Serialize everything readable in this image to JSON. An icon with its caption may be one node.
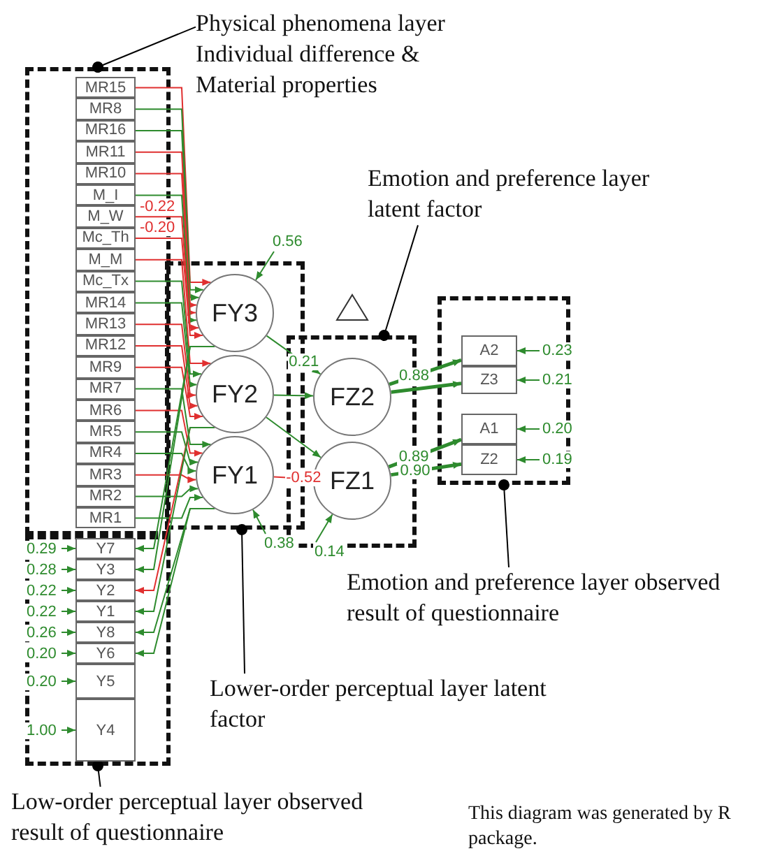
{
  "diagram": {
    "nodes": [
      {
        "text": [],
        "shape": "box"
      },
      {
        "text": [
          "MR15"
        ],
        "in": 0
      },
      {
        "text": [
          "MR8"
        ],
        "in": 0
      },
      {
        "text": [
          "MR16"
        ],
        "in": 0
      },
      {
        "text": [
          "MR11"
        ],
        "in": 0
      },
      {
        "text": [
          "MR10"
        ],
        "in": 0
      },
      {
        "text": [
          "M_I"
        ],
        "in": 0
      },
      {
        "text": [
          "M_W"
        ],
        "in": 0
      },
      {
        "text": [
          "Mc_Th"
        ],
        "in": 0
      },
      {
        "text": [
          "M_M"
        ],
        "in": 0
      },
      {
        "text": [
          "Mc_Tx"
        ],
        "in": 0
      },
      {
        "text": [
          "MR14"
        ],
        "in": 0
      },
      {
        "text": [
          "MR13"
        ],
        "in": 0
      },
      {
        "text": [
          "MR12"
        ],
        "in": 0
      },
      {
        "text": [
          "MR9"
        ],
        "in": 0
      },
      {
        "text": [
          "MR7"
        ],
        "in": 0
      },
      {
        "text": [
          "MR6"
        ],
        "in": 0
      },
      {
        "text": [
          "MR5"
        ],
        "in": 0
      },
      {
        "text": [
          "MR4"
        ],
        "in": 0
      },
      {
        "text": [
          "MR3"
        ],
        "in": 0
      },
      {
        "text": [
          "MR2"
        ],
        "in": 0
      },
      {
        "text": [
          "MR1"
        ],
        "in": 0
      },
      {
        "text": [],
        "shape": "box"
      },
      {
        "text": [
          "Y7"
        ],
        "in": 22
      },
      {
        "text": [
          "Y3"
        ],
        "in": 22
      },
      {
        "text": [
          "Y2"
        ],
        "in": 22
      },
      {
        "text": [
          "Y1"
        ],
        "in": 22
      },
      {
        "text": [
          "Y8"
        ],
        "in": 22
      },
      {
        "text": [
          "Y6"
        ],
        "in": 22
      },
      {
        "text": [
          "Y5"
        ],
        "in": 22
      },
      {
        "text": [
          "Y4"
        ],
        "in": 22
      },
      {
        "text": [],
        "shape": "box"
      },
      {
        "text": [
          "FY3"
        ],
        "in": 31
      },
      {
        "text": [
          "FY2"
        ],
        "in": 31
      },
      {
        "text": [
          "FY1"
        ],
        "in": 31
      },
      {
        "text": [],
        "shape": "box"
      },
      {
        "text": [
          "FZ2"
        ],
        "in": 35
      },
      {
        "text": [
          "FZ1"
        ],
        "in": 35
      },
      {
        "text": [],
        "shape": "box"
      },
      {
        "text": [
          "A2"
        ],
        "in": 38
      },
      {
        "text": [
          "Z3"
        ],
        "in": 38
      },
      {
        "text": [
          "A1"
        ],
        "in": 38
      },
      {
        "text": [
          "Z2"
        ],
        "in": 38
      },
      {
        "text": [],
        "shape": "triangle"
      },
      {
        "text": [
          "Physical phenomena layer Individual difference & Material properties"
        ]
      },
      {
        "text": [
          "Emotion and preference layer latent factor"
        ]
      },
      {
        "text": [
          "Emotion and preference layer observed result of questionnaire"
        ]
      },
      {
        "text": [
          "Lower-order perceptual layer latent factor"
        ]
      },
      {
        "text": [
          "Low-order perceptual layer observed result of questionnaire"
        ]
      }
    ],
    "edges": [
      {
        "from": 44,
        "to": 0,
        "arrow": "other",
        "color": "#000000"
      },
      {
        "from": 1,
        "to": 32,
        "arrow": "to",
        "color": "#e03030"
      },
      {
        "from": 2,
        "to": 32,
        "arrow": "to"
      },
      {
        "from": 3,
        "to": 32,
        "arrow": "to"
      },
      {
        "from": 4,
        "to": 32,
        "arrow": "to",
        "color": "#e03030"
      },
      {
        "from": 5,
        "to": 32,
        "arrow": "to",
        "color": "#e03030"
      },
      {
        "from": 6,
        "to": 32,
        "arrow": "to"
      },
      {
        "from": 7,
        "to": 32,
        "arrow": "to",
        "label": "-0.22",
        "color": "#e03030"
      },
      {
        "from": 8,
        "to": 32,
        "arrow": "to",
        "label": "-0.20",
        "color": "#e03030"
      },
      {
        "from": 9,
        "to": 33,
        "arrow": "to",
        "color": "#e03030"
      },
      {
        "from": 10,
        "to": 33,
        "arrow": "to"
      },
      {
        "from": 11,
        "to": 33,
        "arrow": "to"
      },
      {
        "from": 12,
        "to": 33,
        "arrow": "to",
        "color": "#e03030"
      },
      {
        "from": 13,
        "to": 33,
        "arrow": "to",
        "color": "#e03030"
      },
      {
        "from": 14,
        "to": 33,
        "arrow": "to",
        "color": "#e03030"
      },
      {
        "from": 15,
        "to": 34,
        "arrow": "to"
      },
      {
        "from": 16,
        "to": 34,
        "arrow": "to",
        "color": "#e03030"
      },
      {
        "from": 17,
        "to": 34,
        "arrow": "to"
      },
      {
        "from": 18,
        "to": 34,
        "arrow": "to"
      },
      {
        "from": 19,
        "to": 34,
        "arrow": "to",
        "color": "#e03030"
      },
      {
        "from": 20,
        "to": 34,
        "arrow": "to"
      },
      {
        "from": 21,
        "to": 34,
        "arrow": "to"
      },
      {
        "from": 32,
        "to": 23,
        "arrow": "to"
      },
      {
        "from": 32,
        "to": 24,
        "arrow": "to"
      },
      {
        "from": 33,
        "to": 25,
        "arrow": "to",
        "color": "#e03030"
      },
      {
        "from": 33,
        "to": 26,
        "arrow": "to"
      },
      {
        "from": 34,
        "to": 27,
        "arrow": "to"
      },
      {
        "from": 34,
        "to": 28,
        "arrow": "to"
      },
      {
        "from": null,
        "to": 23,
        "arrow": "to",
        "label": "0.29"
      },
      {
        "from": null,
        "to": 24,
        "arrow": "to",
        "label": "0.28"
      },
      {
        "from": null,
        "to": 25,
        "arrow": "to",
        "label": "0.22"
      },
      {
        "from": null,
        "to": 26,
        "arrow": "to",
        "label": "0.22"
      },
      {
        "from": null,
        "to": 27,
        "arrow": "to",
        "label": "0.26"
      },
      {
        "from": null,
        "to": 28,
        "arrow": "to",
        "label": "0.20"
      },
      {
        "from": null,
        "to": 29,
        "arrow": "to",
        "label": "0.20"
      },
      {
        "from": null,
        "to": 30,
        "arrow": "to",
        "label": "1.00"
      },
      {
        "from": 32,
        "to": 36,
        "arrow": "to",
        "label": "0.21"
      },
      {
        "from": 33,
        "to": 36,
        "arrow": "to"
      },
      {
        "from": 33,
        "to": 37,
        "arrow": "to"
      },
      {
        "from": 34,
        "to": 37,
        "arrow": "to",
        "label": "-0.52",
        "color": "#e03030"
      },
      {
        "from": null,
        "to": 32,
        "arrow": "to",
        "label": "0.56"
      },
      {
        "from": null,
        "to": 34,
        "arrow": "to",
        "label": "0.38"
      },
      {
        "from": null,
        "to": 37,
        "arrow": "to",
        "label": "0.14"
      },
      {
        "from": 36,
        "to": 39,
        "arrow": "to",
        "label": "0.88",
        "style": "thick"
      },
      {
        "from": 36,
        "to": 40,
        "arrow": "to",
        "style": "thick"
      },
      {
        "from": 37,
        "to": 41,
        "arrow": "to",
        "label": "0.89",
        "style": "thick"
      },
      {
        "from": 37,
        "to": 42,
        "arrow": "to",
        "label": "0.90",
        "style": "thick"
      },
      {
        "from": null,
        "to": 39,
        "arrow": "to",
        "label": "0.23"
      },
      {
        "from": null,
        "to": 40,
        "arrow": "to",
        "label": "0.21"
      },
      {
        "from": null,
        "to": 41,
        "arrow": "to",
        "label": "0.20"
      },
      {
        "from": null,
        "to": 42,
        "arrow": "to",
        "label": "0.19"
      },
      {
        "from": 45,
        "to": 35,
        "arrow": "other",
        "color": "#000000"
      },
      {
        "from": 46,
        "to": 38,
        "arrow": "other",
        "color": "#000000"
      },
      {
        "from": 47,
        "to": 31,
        "arrow": "other",
        "color": "#000000"
      },
      {
        "from": 48,
        "to": 22,
        "arrow": "other",
        "color": "#000000"
      }
    ],
    "labels": [
      "This diagram was generated by R package."
    ]
  }
}
